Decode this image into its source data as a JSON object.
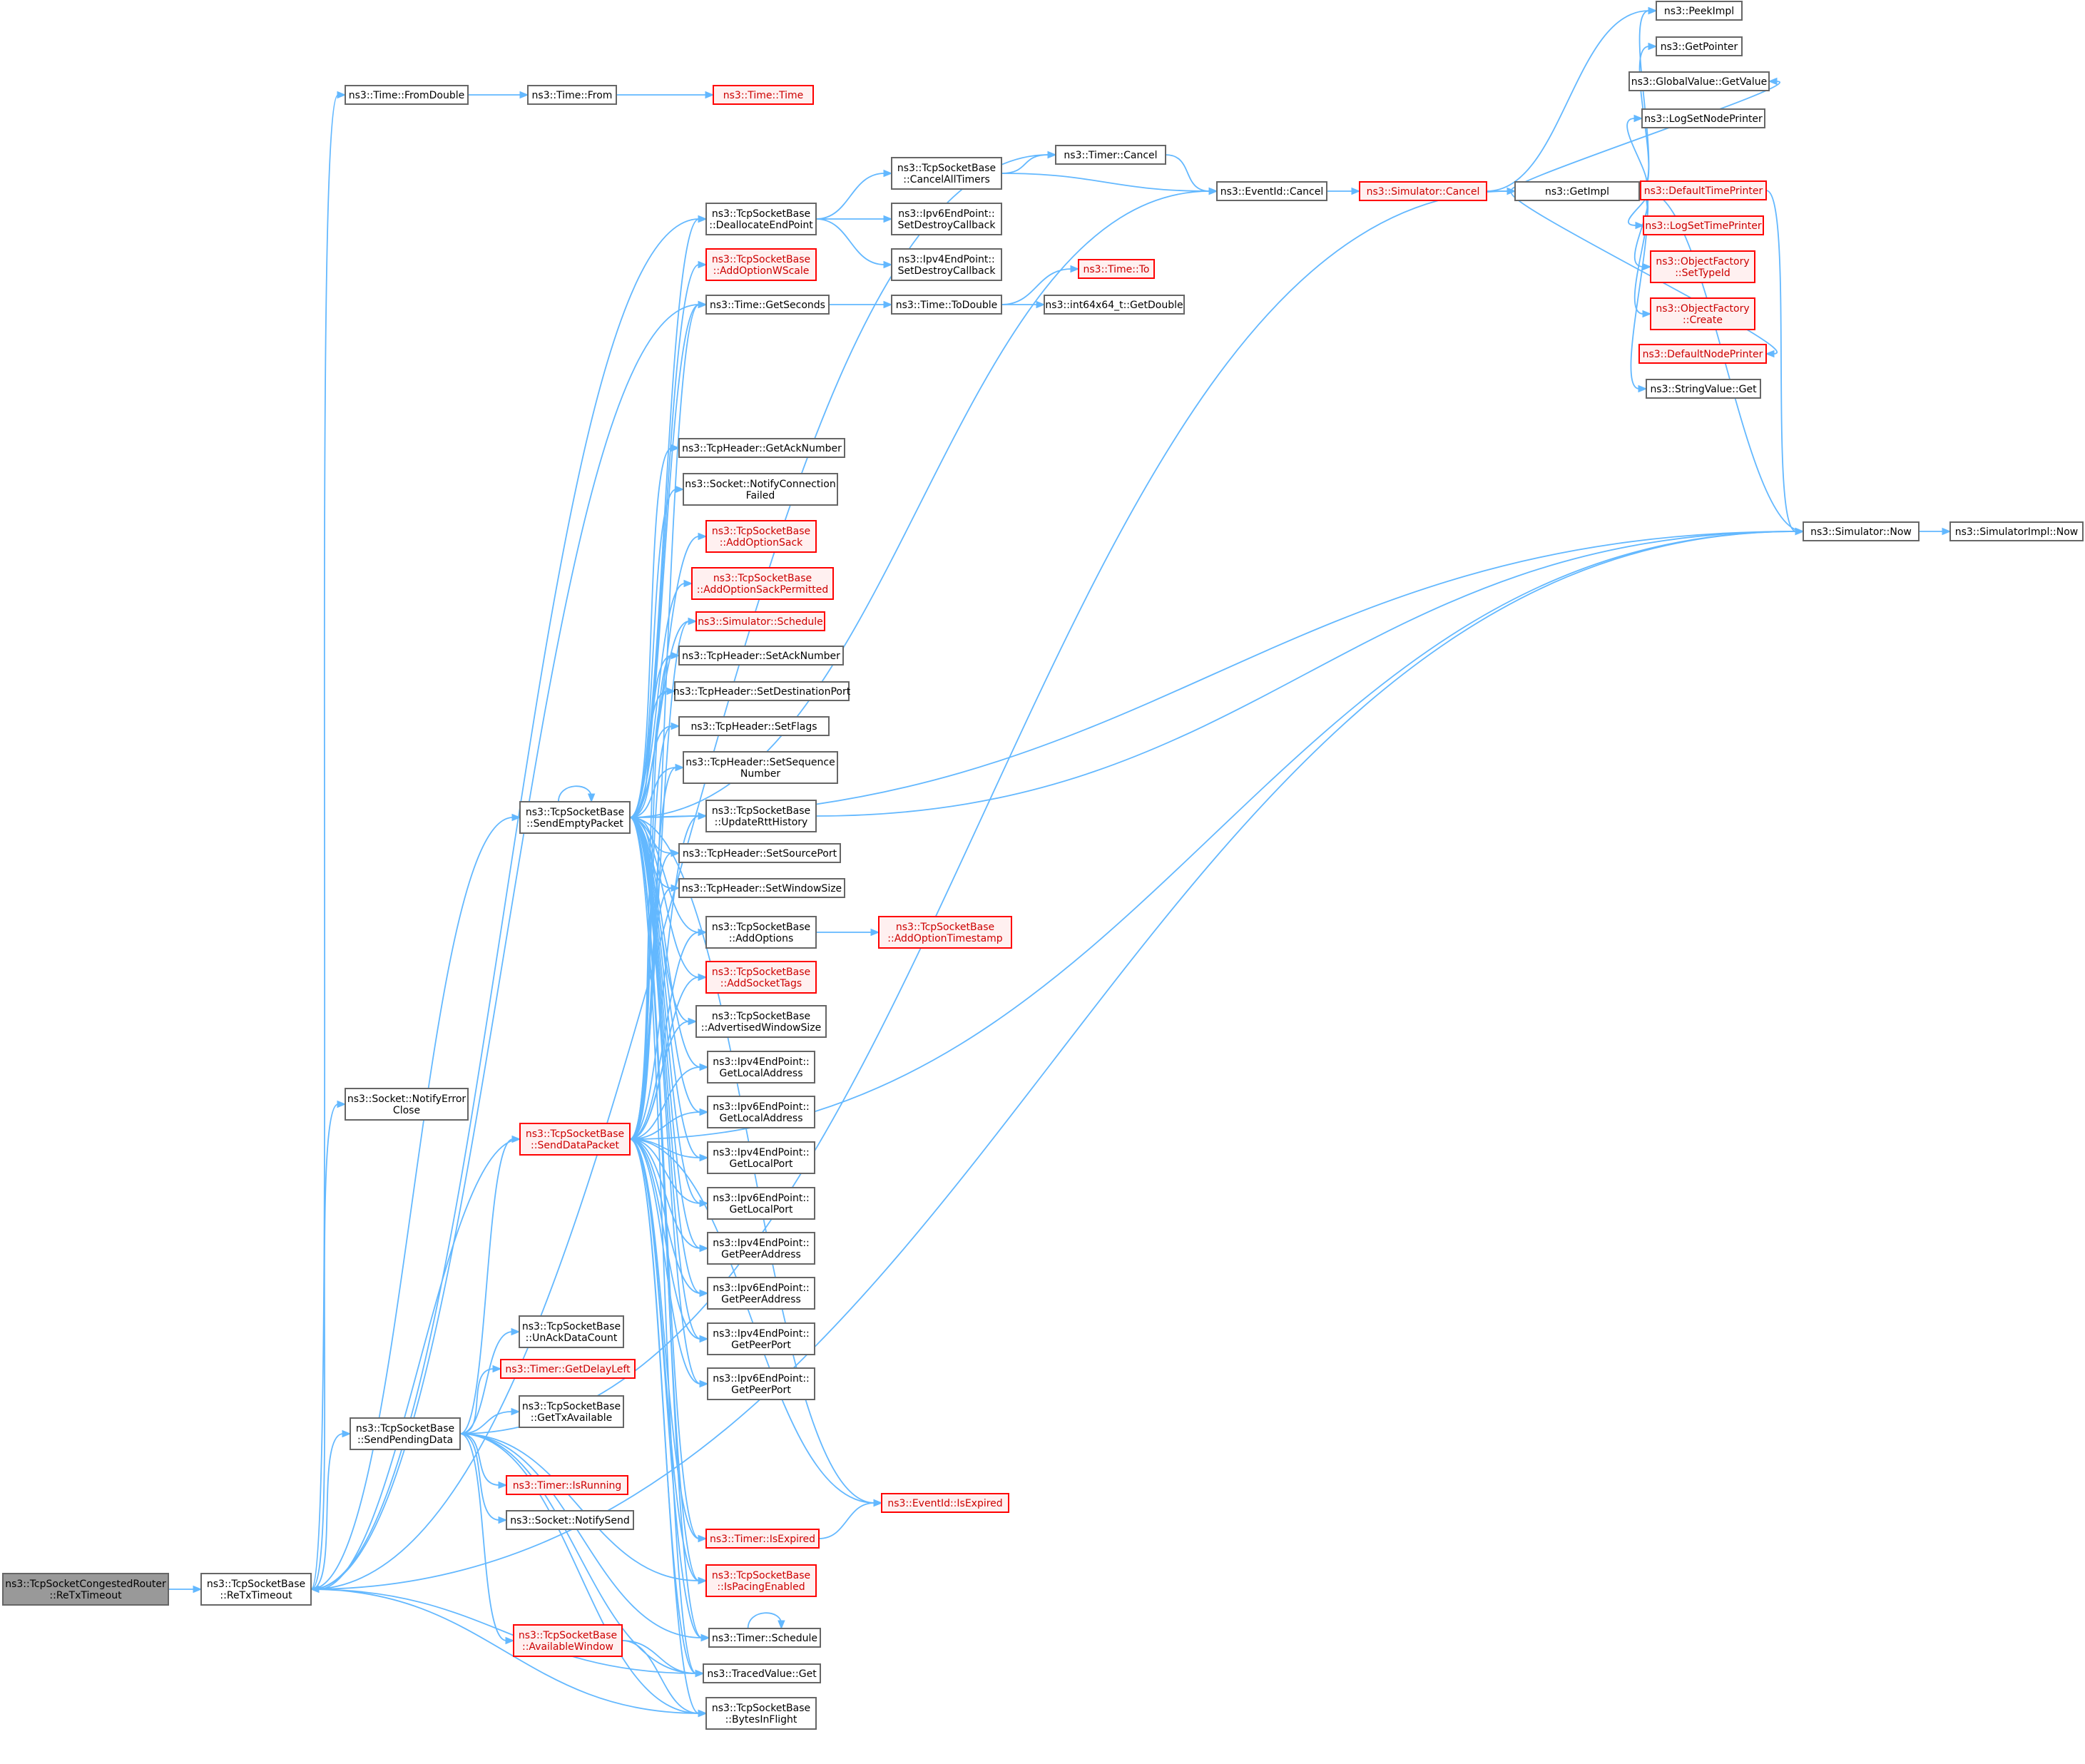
{
  "graph": {
    "title": "",
    "colors": {
      "edge": "#63b8ff",
      "border": "#666666",
      "missing_border": "#ff0000",
      "missing_fill": "#fff0f0",
      "root_fill": "#999999"
    },
    "nodes": [
      {
        "id": "n0",
        "lines": [
          "ns3::TcpSocketCongestedRouter",
          "::ReTxTimeout"
        ],
        "style": "root"
      },
      {
        "id": "n1",
        "lines": [
          "ns3::TcpSocketBase",
          "::ReTxTimeout"
        ],
        "style": "normal"
      },
      {
        "id": "n2",
        "lines": [
          "ns3::Time::FromDouble"
        ],
        "style": "normal"
      },
      {
        "id": "n3",
        "lines": [
          "ns3::Socket::NotifyError",
          "Close"
        ],
        "style": "normal"
      },
      {
        "id": "n4",
        "lines": [
          "ns3::TcpSocketBase",
          "::SendEmptyPacket"
        ],
        "style": "normal"
      },
      {
        "id": "n5",
        "lines": [
          "ns3::TcpSocketBase",
          "::SendDataPacket"
        ],
        "style": "red"
      },
      {
        "id": "n6",
        "lines": [
          "ns3::TcpSocketBase",
          "::SendPendingData"
        ],
        "style": "normal"
      },
      {
        "id": "n7",
        "lines": [
          "ns3::Time::From"
        ],
        "style": "normal"
      },
      {
        "id": "n8",
        "lines": [
          "ns3::Time::Time"
        ],
        "style": "red"
      },
      {
        "id": "n9",
        "lines": [
          "ns3::TcpSocketBase",
          "::UnAckDataCount"
        ],
        "style": "normal"
      },
      {
        "id": "n10",
        "lines": [
          "ns3::Timer::GetDelayLeft"
        ],
        "style": "red"
      },
      {
        "id": "n11",
        "lines": [
          "ns3::TcpSocketBase",
          "::GetTxAvailable"
        ],
        "style": "normal"
      },
      {
        "id": "n12",
        "lines": [
          "ns3::Timer::IsRunning"
        ],
        "style": "red"
      },
      {
        "id": "n13",
        "lines": [
          "ns3::Socket::NotifySend"
        ],
        "style": "normal"
      },
      {
        "id": "n14",
        "lines": [
          "ns3::TcpSocketBase",
          "::AvailableWindow"
        ],
        "style": "red"
      },
      {
        "id": "n15",
        "lines": [
          "ns3::TcpSocketBase",
          "::DeallocateEndPoint"
        ],
        "style": "normal"
      },
      {
        "id": "n16",
        "lines": [
          "ns3::TcpSocketBase",
          "::AddOptionWScale"
        ],
        "style": "red"
      },
      {
        "id": "n17",
        "lines": [
          "ns3::Time::GetSeconds"
        ],
        "style": "normal"
      },
      {
        "id": "n18",
        "lines": [
          "ns3::TcpHeader::GetAckNumber"
        ],
        "style": "normal"
      },
      {
        "id": "n19",
        "lines": [
          "ns3::Socket::NotifyConnection",
          "Failed"
        ],
        "style": "normal"
      },
      {
        "id": "n20",
        "lines": [
          "ns3::TcpSocketBase",
          "::AddOptionSack"
        ],
        "style": "red"
      },
      {
        "id": "n21",
        "lines": [
          "ns3::TcpSocketBase",
          "::AddOptionSackPermitted"
        ],
        "style": "red"
      },
      {
        "id": "n22",
        "lines": [
          "ns3::Simulator::Schedule"
        ],
        "style": "red"
      },
      {
        "id": "n23",
        "lines": [
          "ns3::TcpHeader::SetAckNumber"
        ],
        "style": "normal"
      },
      {
        "id": "n24",
        "lines": [
          "ns3::TcpHeader::SetDestinationPort"
        ],
        "style": "normal"
      },
      {
        "id": "n25",
        "lines": [
          "ns3::TcpHeader::SetFlags"
        ],
        "style": "normal"
      },
      {
        "id": "n26",
        "lines": [
          "ns3::TcpHeader::SetSequence",
          "Number"
        ],
        "style": "normal"
      },
      {
        "id": "n27",
        "lines": [
          "ns3::TcpSocketBase",
          "::UpdateRttHistory"
        ],
        "style": "normal"
      },
      {
        "id": "n28",
        "lines": [
          "ns3::TcpHeader::SetSourcePort"
        ],
        "style": "normal"
      },
      {
        "id": "n29",
        "lines": [
          "ns3::TcpHeader::SetWindowSize"
        ],
        "style": "normal"
      },
      {
        "id": "n30",
        "lines": [
          "ns3::TcpSocketBase",
          "::AddOptions"
        ],
        "style": "normal"
      },
      {
        "id": "n31",
        "lines": [
          "ns3::TcpSocketBase",
          "::AddSocketTags"
        ],
        "style": "red"
      },
      {
        "id": "n32",
        "lines": [
          "ns3::TcpSocketBase",
          "::AdvertisedWindowSize"
        ],
        "style": "normal"
      },
      {
        "id": "n33",
        "lines": [
          "ns3::Ipv4EndPoint::",
          "GetLocalAddress"
        ],
        "style": "normal"
      },
      {
        "id": "n34",
        "lines": [
          "ns3::Ipv6EndPoint::",
          "GetLocalAddress"
        ],
        "style": "normal"
      },
      {
        "id": "n35",
        "lines": [
          "ns3::Ipv4EndPoint::",
          "GetLocalPort"
        ],
        "style": "normal"
      },
      {
        "id": "n36",
        "lines": [
          "ns3::Ipv6EndPoint::",
          "GetLocalPort"
        ],
        "style": "normal"
      },
      {
        "id": "n37",
        "lines": [
          "ns3::Ipv4EndPoint::",
          "GetPeerAddress"
        ],
        "style": "normal"
      },
      {
        "id": "n38",
        "lines": [
          "ns3::Ipv6EndPoint::",
          "GetPeerAddress"
        ],
        "style": "normal"
      },
      {
        "id": "n39",
        "lines": [
          "ns3::Ipv4EndPoint::",
          "GetPeerPort"
        ],
        "style": "normal"
      },
      {
        "id": "n40",
        "lines": [
          "ns3::Ipv6EndPoint::",
          "GetPeerPort"
        ],
        "style": "normal"
      },
      {
        "id": "n41",
        "lines": [
          "ns3::Timer::IsExpired"
        ],
        "style": "red"
      },
      {
        "id": "n42",
        "lines": [
          "ns3::TcpSocketBase",
          "::IsPacingEnabled"
        ],
        "style": "red"
      },
      {
        "id": "n43",
        "lines": [
          "ns3::Timer::Schedule"
        ],
        "style": "normal"
      },
      {
        "id": "n44",
        "lines": [
          "ns3::TracedValue::Get"
        ],
        "style": "normal"
      },
      {
        "id": "n45",
        "lines": [
          "ns3::TcpSocketBase",
          "::BytesInFlight"
        ],
        "style": "normal"
      },
      {
        "id": "n46",
        "lines": [
          "ns3::Timer::Cancel"
        ],
        "style": "normal"
      },
      {
        "id": "n47",
        "lines": [
          "ns3::TcpSocketBase",
          "::CancelAllTimers"
        ],
        "style": "normal"
      },
      {
        "id": "n48",
        "lines": [
          "ns3::Ipv6EndPoint::",
          "SetDestroyCallback"
        ],
        "style": "normal"
      },
      {
        "id": "n49",
        "lines": [
          "ns3::Ipv4EndPoint::",
          "SetDestroyCallback"
        ],
        "style": "normal"
      },
      {
        "id": "n50",
        "lines": [
          "ns3::Time::ToDouble"
        ],
        "style": "normal"
      },
      {
        "id": "n51",
        "lines": [
          "ns3::TcpSocketBase",
          "::AddOptionTimestamp"
        ],
        "style": "red"
      },
      {
        "id": "n52",
        "lines": [
          "ns3::EventId::IsExpired"
        ],
        "style": "red"
      },
      {
        "id": "n53",
        "lines": [
          "ns3::EventId::Cancel"
        ],
        "style": "normal"
      },
      {
        "id": "n54",
        "lines": [
          "ns3::Time::To"
        ],
        "style": "red"
      },
      {
        "id": "n55",
        "lines": [
          "ns3::int64x64_t::GetDouble"
        ],
        "style": "normal"
      },
      {
        "id": "n56",
        "lines": [
          "ns3::Simulator::Cancel"
        ],
        "style": "red"
      },
      {
        "id": "n57",
        "lines": [
          "ns3::GetImpl"
        ],
        "style": "normal"
      },
      {
        "id": "n58",
        "lines": [
          "ns3::PeekImpl"
        ],
        "style": "normal"
      },
      {
        "id": "n59",
        "lines": [
          "ns3::GetPointer"
        ],
        "style": "normal"
      },
      {
        "id": "n60",
        "lines": [
          "ns3::GlobalValue::GetValue"
        ],
        "style": "normal"
      },
      {
        "id": "n61",
        "lines": [
          "ns3::LogSetNodePrinter"
        ],
        "style": "normal"
      },
      {
        "id": "n62",
        "lines": [
          "ns3::DefaultTimePrinter"
        ],
        "style": "red"
      },
      {
        "id": "n63",
        "lines": [
          "ns3::LogSetTimePrinter"
        ],
        "style": "red"
      },
      {
        "id": "n64",
        "lines": [
          "ns3::ObjectFactory",
          "::SetTypeId"
        ],
        "style": "red"
      },
      {
        "id": "n65",
        "lines": [
          "ns3::ObjectFactory",
          "::Create"
        ],
        "style": "red"
      },
      {
        "id": "n66",
        "lines": [
          "ns3::DefaultNodePrinter"
        ],
        "style": "red"
      },
      {
        "id": "n67",
        "lines": [
          "ns3::StringValue::Get"
        ],
        "style": "normal"
      },
      {
        "id": "n68",
        "lines": [
          "ns3::Simulator::Now"
        ],
        "style": "normal"
      },
      {
        "id": "n69",
        "lines": [
          "ns3::SimulatorImpl::Now"
        ],
        "style": "normal"
      }
    ],
    "edges": [
      [
        "n0",
        "n1"
      ],
      [
        "n1",
        "n2"
      ],
      [
        "n1",
        "n3"
      ],
      [
        "n1",
        "n4"
      ],
      [
        "n1",
        "n6"
      ],
      [
        "n1",
        "n46"
      ],
      [
        "n1",
        "n15"
      ],
      [
        "n1",
        "n17"
      ],
      [
        "n1",
        "n44"
      ],
      [
        "n1",
        "n45"
      ],
      [
        "n1",
        "n68"
      ],
      [
        "n2",
        "n7"
      ],
      [
        "n7",
        "n8"
      ],
      [
        "n4",
        "n4"
      ],
      [
        "n4",
        "n15"
      ],
      [
        "n4",
        "n16"
      ],
      [
        "n4",
        "n17"
      ],
      [
        "n4",
        "n18"
      ],
      [
        "n4",
        "n19"
      ],
      [
        "n4",
        "n20"
      ],
      [
        "n4",
        "n21"
      ],
      [
        "n4",
        "n22"
      ],
      [
        "n4",
        "n23"
      ],
      [
        "n4",
        "n24"
      ],
      [
        "n4",
        "n25"
      ],
      [
        "n4",
        "n26"
      ],
      [
        "n4",
        "n27"
      ],
      [
        "n4",
        "n28"
      ],
      [
        "n4",
        "n29"
      ],
      [
        "n4",
        "n30"
      ],
      [
        "n4",
        "n31"
      ],
      [
        "n4",
        "n32"
      ],
      [
        "n4",
        "n33"
      ],
      [
        "n4",
        "n34"
      ],
      [
        "n4",
        "n35"
      ],
      [
        "n4",
        "n36"
      ],
      [
        "n4",
        "n37"
      ],
      [
        "n4",
        "n38"
      ],
      [
        "n4",
        "n39"
      ],
      [
        "n4",
        "n40"
      ],
      [
        "n4",
        "n41"
      ],
      [
        "n4",
        "n42"
      ],
      [
        "n4",
        "n43"
      ],
      [
        "n4",
        "n44"
      ],
      [
        "n4",
        "n52"
      ],
      [
        "n4",
        "n53"
      ],
      [
        "n4",
        "n68"
      ],
      [
        "n5",
        "n1"
      ],
      [
        "n5",
        "n17"
      ],
      [
        "n5",
        "n22"
      ],
      [
        "n5",
        "n23"
      ],
      [
        "n5",
        "n24"
      ],
      [
        "n5",
        "n25"
      ],
      [
        "n5",
        "n26"
      ],
      [
        "n5",
        "n27"
      ],
      [
        "n5",
        "n28"
      ],
      [
        "n5",
        "n29"
      ],
      [
        "n5",
        "n30"
      ],
      [
        "n5",
        "n31"
      ],
      [
        "n5",
        "n32"
      ],
      [
        "n5",
        "n33"
      ],
      [
        "n5",
        "n34"
      ],
      [
        "n5",
        "n35"
      ],
      [
        "n5",
        "n36"
      ],
      [
        "n5",
        "n37"
      ],
      [
        "n5",
        "n38"
      ],
      [
        "n5",
        "n39"
      ],
      [
        "n5",
        "n40"
      ],
      [
        "n5",
        "n41"
      ],
      [
        "n5",
        "n42"
      ],
      [
        "n5",
        "n43"
      ],
      [
        "n5",
        "n44"
      ],
      [
        "n5",
        "n45"
      ],
      [
        "n5",
        "n52"
      ],
      [
        "n5",
        "n68"
      ],
      [
        "n6",
        "n5"
      ],
      [
        "n6",
        "n9"
      ],
      [
        "n6",
        "n10"
      ],
      [
        "n6",
        "n11"
      ],
      [
        "n6",
        "n12"
      ],
      [
        "n6",
        "n13"
      ],
      [
        "n6",
        "n14"
      ],
      [
        "n6",
        "n42"
      ],
      [
        "n6",
        "n43"
      ],
      [
        "n6",
        "n44"
      ],
      [
        "n6",
        "n45"
      ],
      [
        "n6",
        "n57"
      ],
      [
        "n14",
        "n44"
      ],
      [
        "n14",
        "n45"
      ],
      [
        "n15",
        "n47"
      ],
      [
        "n15",
        "n48"
      ],
      [
        "n15",
        "n49"
      ],
      [
        "n47",
        "n46"
      ],
      [
        "n47",
        "n53"
      ],
      [
        "n46",
        "n53"
      ],
      [
        "n17",
        "n50"
      ],
      [
        "n50",
        "n54"
      ],
      [
        "n50",
        "n55"
      ],
      [
        "n27",
        "n68"
      ],
      [
        "n30",
        "n51"
      ],
      [
        "n41",
        "n52"
      ],
      [
        "n43",
        "n43"
      ],
      [
        "n53",
        "n56"
      ],
      [
        "n56",
        "n57"
      ],
      [
        "n56",
        "n58"
      ],
      [
        "n57",
        "n58"
      ],
      [
        "n57",
        "n59"
      ],
      [
        "n57",
        "n60"
      ],
      [
        "n57",
        "n61"
      ],
      [
        "n57",
        "n62"
      ],
      [
        "n57",
        "n63"
      ],
      [
        "n57",
        "n64"
      ],
      [
        "n57",
        "n65"
      ],
      [
        "n57",
        "n66"
      ],
      [
        "n57",
        "n67"
      ],
      [
        "n62",
        "n68"
      ],
      [
        "n68",
        "n57"
      ],
      [
        "n68",
        "n69"
      ]
    ]
  }
}
